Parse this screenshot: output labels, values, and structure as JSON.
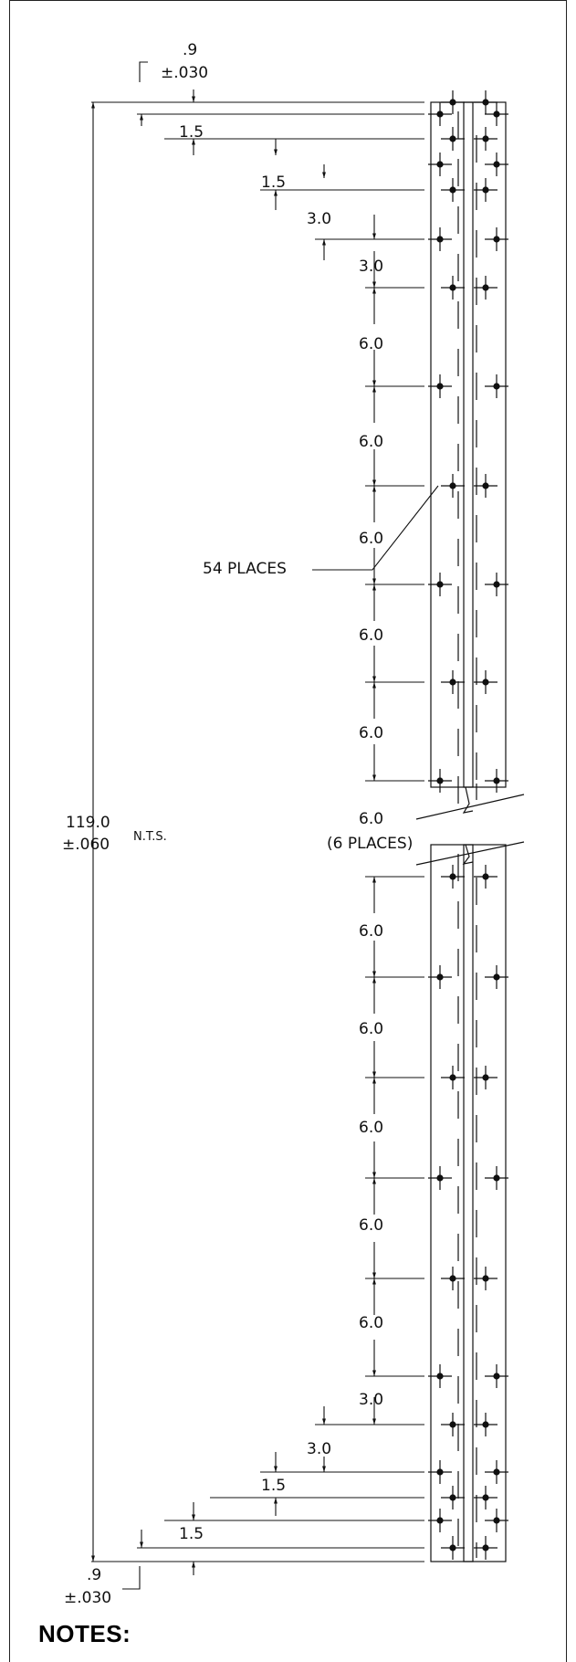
{
  "drawing": {
    "top_offset": ".9",
    "top_offset_tol": "±.030",
    "bottom_offset": ".9",
    "bottom_offset_tol": "±.030",
    "overall_length": "119.0",
    "overall_tol": "±.060",
    "nts": "N.T.S.",
    "callout": "54 PLACES",
    "places_note": "(6 PLACES)",
    "dims_top": [
      "1.5",
      "1.5",
      "3.0",
      "3.0",
      "6.0",
      "6.0",
      "6.0",
      "6.0",
      "6.0",
      "6.0"
    ],
    "dims_bottom": [
      "6.0",
      "6.0",
      "6.0",
      "6.0",
      "6.0",
      "3.0",
      "3.0",
      "1.5",
      "1.5"
    ]
  },
  "notes": {
    "heading": "NOTES:"
  }
}
